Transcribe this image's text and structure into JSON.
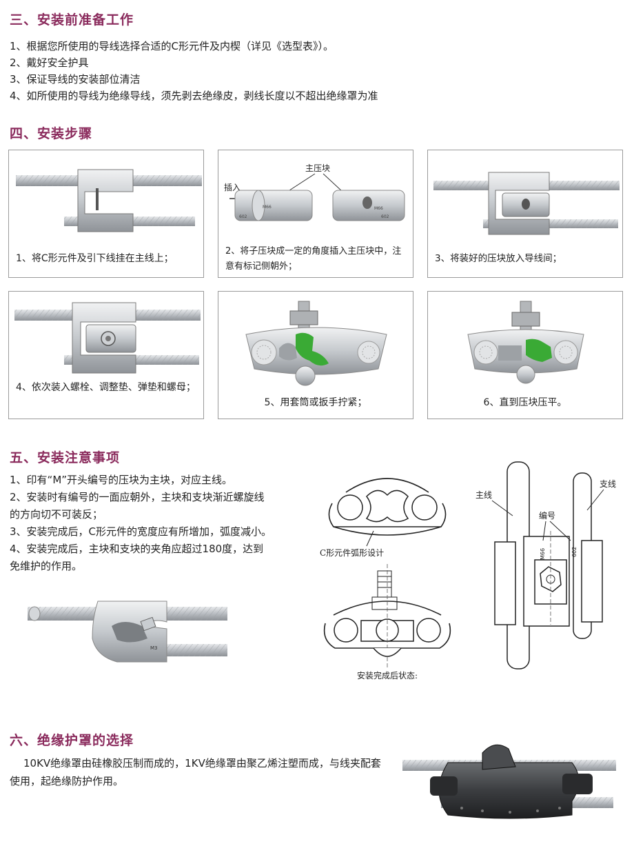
{
  "sec3": {
    "title": "三、安装前准备工作",
    "items": [
      "1、根据您所使用的导线选择合适的C形元件及内楔（详见《选型表》）。",
      "2、戴好安全护具",
      "3、保证导线的安装部位清洁",
      "4、如所使用的导线为绝缘导线，须先剥去绝缘皮，剥线长度以不超出绝缘罩为准"
    ]
  },
  "sec4": {
    "title": "四、安装步骤",
    "steps": [
      {
        "caption": "1、将C形元件及引下线挂在主线上；"
      },
      {
        "caption": "2、将子压块成一定的角度插入主压块中，注意有标记侧朝外；",
        "label_main": "主压块",
        "label_insert": "插入",
        "mark1": "M66",
        "mark2": "602"
      },
      {
        "caption": "3、将装好的压块放入导线间；"
      },
      {
        "caption": "4、依次装入螺栓、调整垫、弹垫和螺母；"
      },
      {
        "caption": "5、用套筒或扳手拧紧；"
      },
      {
        "caption": "6、直到压块压平。"
      }
    ]
  },
  "sec5": {
    "title": "五、安装注意事项",
    "items": [
      "1、印有“M”开头编号的压块为主块，对应主线。",
      "2、安装时有编号的一面应朝外，主块和支块渐近螺旋线",
      "的方向切不可装反；",
      "3、安装完成后，C形元件的宽度应有所增加，弧度减小。",
      "4、安装完成后，主块和支块的夹角应超过180度，达到",
      "免维护的作用。"
    ],
    "diagram": {
      "c_label": "C形元件弧形设计",
      "done_label": "安装完成后状态:",
      "main_line": "主线",
      "branch_line": "支线",
      "number": "编号",
      "mark1": "M66",
      "mark2": "602",
      "clamp_mark": "M3"
    }
  },
  "sec6": {
    "title": "六、绝缘护罩的选择",
    "text": "10KV绝缘罩由硅橡胶压制而成的，1KV绝缘罩由聚乙烯注塑而成，与线夹配套使用，起绝缘防护作用。"
  },
  "colors": {
    "title": "#8a2a5c",
    "green": "#3aaa35",
    "metal": "#c9cdd2"
  }
}
